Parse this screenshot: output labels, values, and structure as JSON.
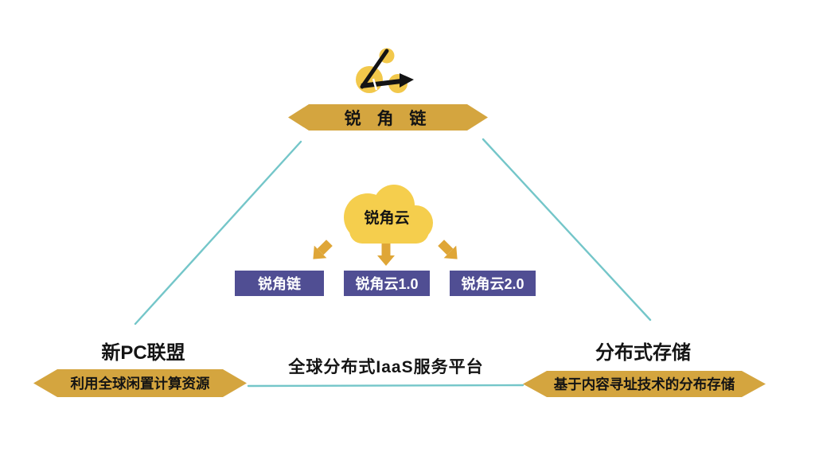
{
  "colors": {
    "banner_gold": "#D4A53F",
    "cloud_yellow": "#F5CE4D",
    "logo_yellow": "#F2C84B",
    "arrow_gold": "#DFA637",
    "box_purple": "#504E93",
    "line_teal": "#74C6C9",
    "heading_black": "#141414",
    "box_text_white": "#FFFFFF"
  },
  "top": {
    "banner_label": "锐 角 链"
  },
  "cloud": {
    "label": "锐角云"
  },
  "boxes": [
    {
      "label": "锐角链"
    },
    {
      "label": "锐角云1.0"
    },
    {
      "label": "锐角云2.0"
    }
  ],
  "left_node": {
    "title": "新PC联盟",
    "banner_label": "利用全球闲置计算资源"
  },
  "center_node": {
    "label": "全球分布式IaaS服务平台"
  },
  "right_node": {
    "title": "分布式存储",
    "banner_label": "基于内容寻址技术的分布存储"
  }
}
